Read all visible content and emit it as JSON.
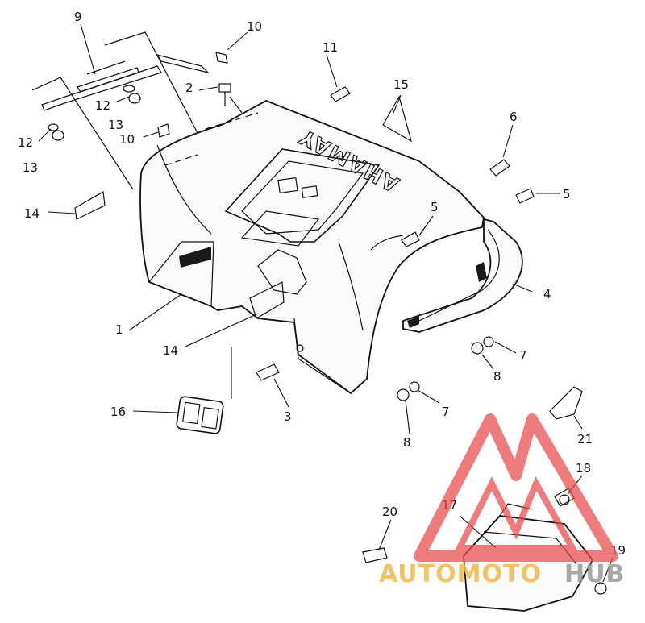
{
  "diagram": {
    "brand_mark": "YAMAHA",
    "callouts": {
      "c1": "1",
      "c2": "2",
      "c3": "3",
      "c4": "4",
      "c5a": "5",
      "c5b": "5",
      "c6": "6",
      "c7a": "7",
      "c7b": "7",
      "c8a": "8",
      "c8b": "8",
      "c9": "9",
      "c10a": "10",
      "c10b": "10",
      "c11": "11",
      "c12a": "12",
      "c12b": "12",
      "c13a": "13",
      "c13b": "13",
      "c14a": "14",
      "c14b": "14",
      "c15": "15",
      "c16": "16",
      "c17": "17",
      "c18": "18",
      "c19": "19",
      "c20": "20",
      "c21": "21"
    }
  },
  "watermark": {
    "text_left": "AUTOMOTO",
    "text_right": "HUB",
    "color_logo": "#e84a4a",
    "color_left": "#f2b84a",
    "color_right": "#9a9a9a"
  }
}
